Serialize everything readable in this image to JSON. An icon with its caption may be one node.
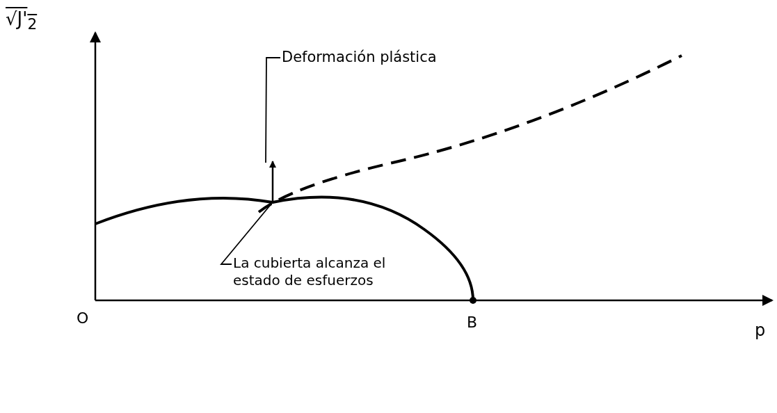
{
  "diagram": {
    "nodes": [
      {
        "text": [
          "Deformación plástica"
        ]
      },
      {
        "text": [],
        "shape": "arrow"
      },
      {
        "text": [
          "La cubierta alcanza el estado de esfuerzos"
        ]
      }
    ],
    "edges": [
      {
        "from": 0,
        "to": 1,
        "arrow": "none"
      },
      {
        "from": 2,
        "to": 1,
        "arrow": "none"
      }
    ],
    "labels": [
      "√J'$_{2}$",
      "O",
      "B",
      "p"
    ]
  }
}
